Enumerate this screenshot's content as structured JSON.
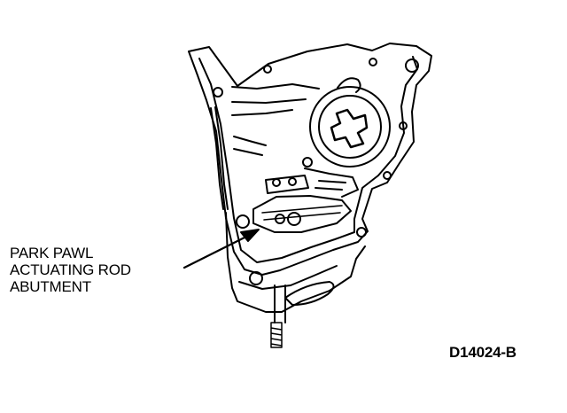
{
  "callout": {
    "lines": [
      "PARK PAWL",
      "ACTUATING ROD",
      "ABUTMENT"
    ]
  },
  "figure_id": "D14024-B",
  "colors": {
    "ink": "#000000",
    "paper": "#ffffff"
  }
}
